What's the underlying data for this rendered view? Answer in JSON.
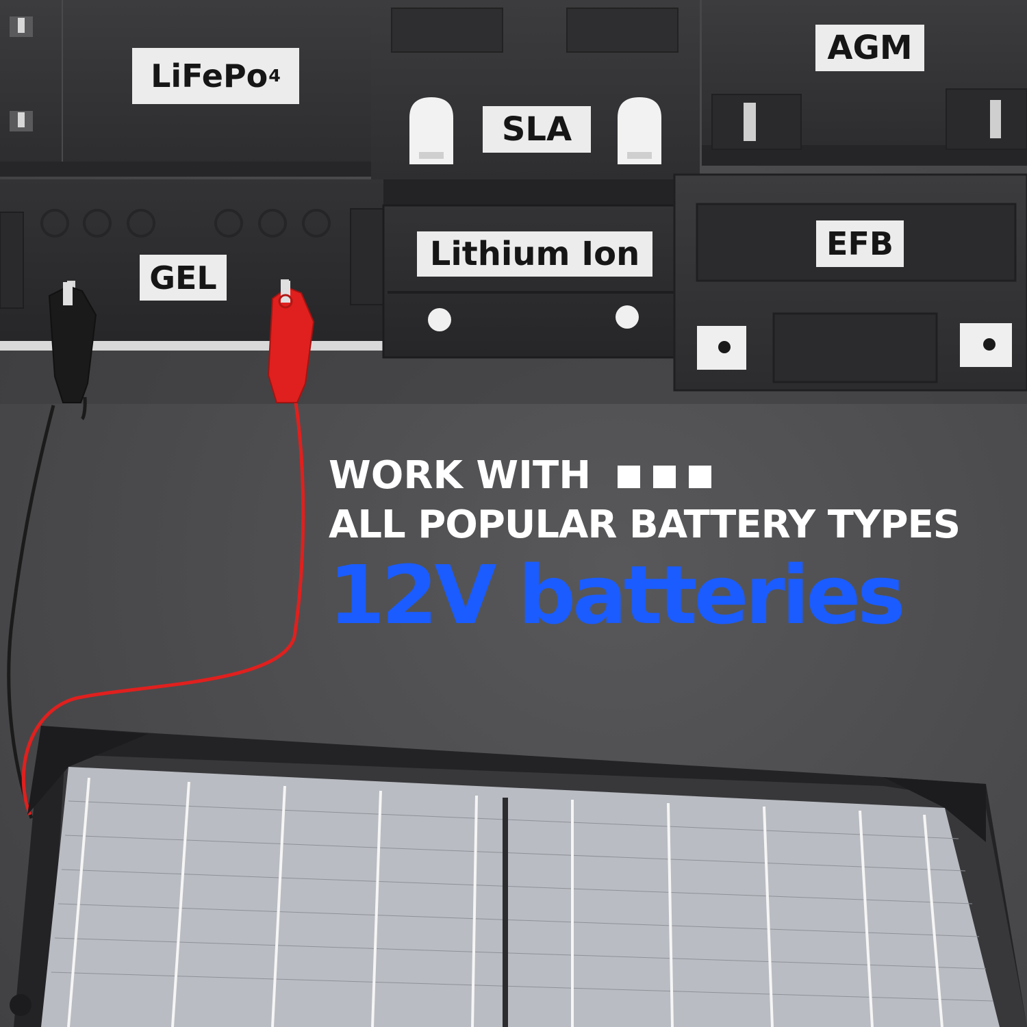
{
  "battery_labels": {
    "lifepo4": {
      "text": "LiFePo",
      "subscript": "4"
    },
    "sla": "SLA",
    "agm": "AGM",
    "gel": "GEL",
    "lithium_ion": "Lithium Ion",
    "efb": "EFB"
  },
  "headline": {
    "line1": "WORK WITH",
    "line2": "ALL POPULAR BATTERY TYPES",
    "line3": "12V batteries"
  },
  "colors": {
    "accent_blue": "#1a5cff",
    "clip_red": "#e0201e",
    "clip_black": "#1a1a1a",
    "label_bg": "#ececec"
  }
}
